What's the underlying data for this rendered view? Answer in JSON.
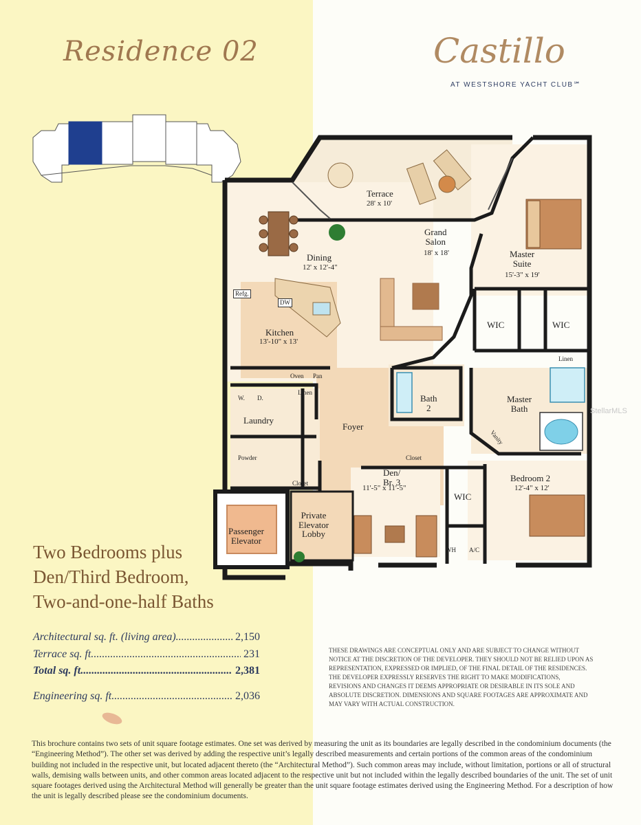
{
  "header": {
    "residence_title": "Residence 02",
    "brand_name": "Castillo",
    "brand_subtitle": "AT WESTSHORE YACHT CLUB℠"
  },
  "rooms": {
    "terrace": {
      "name": "Terrace",
      "dims": "28' x 10'"
    },
    "grand_salon": {
      "name": "Grand\nSalon",
      "dims": "18' x 18'"
    },
    "master_suite": {
      "name": "Master\nSuite",
      "dims": "15'-3\" x 19'"
    },
    "dining": {
      "name": "Dining",
      "dims": "12' x 12'-4\""
    },
    "kitchen": {
      "name": "Kitchen",
      "dims": "13'-10\" x 13'"
    },
    "refg": "Refg.",
    "dw": "DW",
    "oven": "Oven",
    "pan": "Pan",
    "wic_1": "WIC",
    "wic_2": "WIC",
    "wic_3": "WIC",
    "linen_1": "Linen",
    "linen_2": "Linen",
    "bath2": "Bath\n2",
    "master_bath": "Master\nBath",
    "vanity": "Vanity",
    "laundry": "Laundry",
    "washer": "W.",
    "dryer": "D.",
    "foyer": "Foyer",
    "powder": "Powder",
    "closet_1": "Closet",
    "closet_2": "Closet",
    "den": {
      "name": "Den/\nBr. 3",
      "dims": "11'-5\" x 11'-5\""
    },
    "bedroom2": {
      "name": "Bedroom 2",
      "dims": "12'-4\" x 12'"
    },
    "passenger_elevator": "Passenger\nElevator",
    "elevator_lobby": "Private\nElevator\nLobby",
    "wh": "WH",
    "ac": "A/C"
  },
  "headline": "Two Bedrooms plus\nDen/Third Bedroom,\nTwo-and-one-half Baths",
  "sqft": [
    {
      "label": "Architectural sq. ft. (living area)",
      "value": "2,150"
    },
    {
      "label": "Terrace sq. ft.",
      "value": "231"
    },
    {
      "label": "Total sq. ft.",
      "value": "2,381"
    },
    {
      "label": "Engineering sq. ft.",
      "value": "2,036"
    }
  ],
  "disclaimer": "THESE DRAWINGS ARE CONCEPTUAL ONLY AND ARE SUBJECT TO CHANGE WITHOUT NOTICE AT THE DISCRETION OF THE DEVELOPER. THEY SHOULD NOT BE RELIED UPON AS REPRESENTATION, EXPRESSED OR IMPLIED, OF THE FINAL DETAIL OF THE RESIDENCES. THE DEVELOPER EXPRESSLY RESERVES THE RIGHT TO MAKE MODIFICATIONS, REVISIONS AND CHANGES IT DEEMS APPROPRIATE OR DESIRABLE IN ITS SOLE AND ABSOLUTE DISCRETION. DIMENSIONS AND SQUARE FOOTAGES ARE APPROXIMATE AND MAY VARY WITH ACTUAL CONSTRUCTION.",
  "footer": "This brochure contains two sets of unit square footage estimates. One set was derived by measuring the unit as its boundaries are legally described in the condominium documents (the “Engineering Method”). The other set was derived by adding the respective unit’s legally described measurements and certain portions of the common areas of the condominium building not included in the respective unit, but located adjacent thereto (the “Architectural Method”). Such common areas may include, without limitation, portions or all of structural walls, demising walls between units, and other common areas located adjacent to the respective unit but not included within the legally described boundaries of the unit. The set of unit square footages derived using the Architectural Method will generally be greater than the unit square footage estimates derived using the Engineering Method. For a description of how the unit is legally described please see the condominium documents.",
  "watermark": "StellarMLS",
  "colors": {
    "highlight_unit": "#1f3f8f",
    "title_brown": "#a07850",
    "navy_text": "#2d3a5e",
    "floor_tile": "#f3d9b8",
    "elevator": "#f0b98f"
  }
}
